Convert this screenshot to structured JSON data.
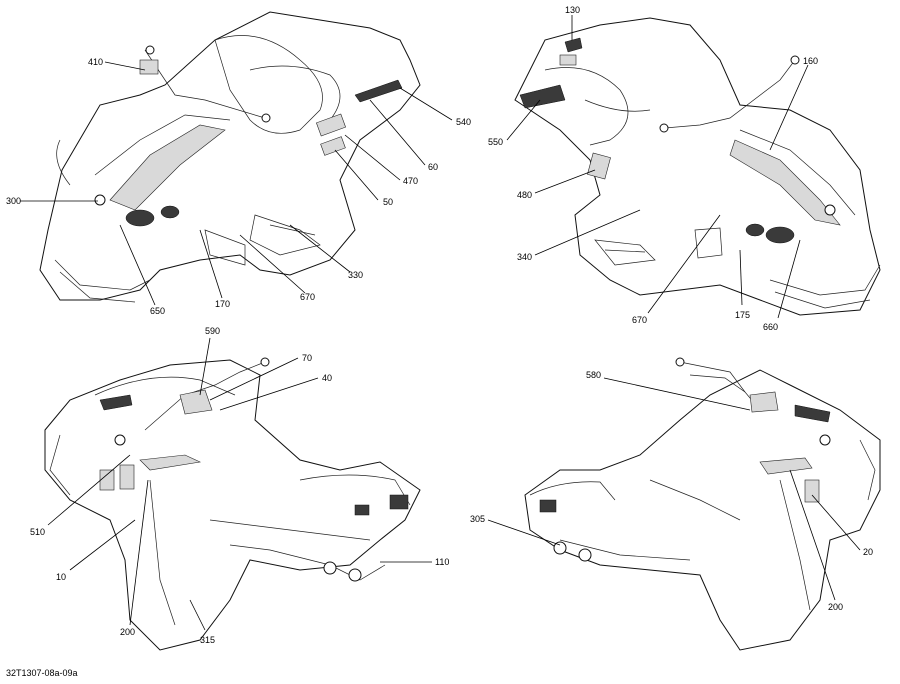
{
  "figure_id": "32T1307-08a-09a",
  "views": [
    {
      "name": "front-left-view",
      "callouts": [
        "410",
        "300",
        "650",
        "170",
        "670",
        "330",
        "50",
        "470",
        "60",
        "540"
      ]
    },
    {
      "name": "front-right-view",
      "callouts": [
        "130",
        "160",
        "550",
        "480",
        "340",
        "670",
        "175",
        "660"
      ]
    },
    {
      "name": "rear-left-view",
      "callouts": [
        "590",
        "70",
        "40",
        "510",
        "10",
        "200",
        "315",
        "110"
      ]
    },
    {
      "name": "rear-right-view",
      "callouts": [
        "580",
        "305",
        "200",
        "20"
      ]
    }
  ]
}
